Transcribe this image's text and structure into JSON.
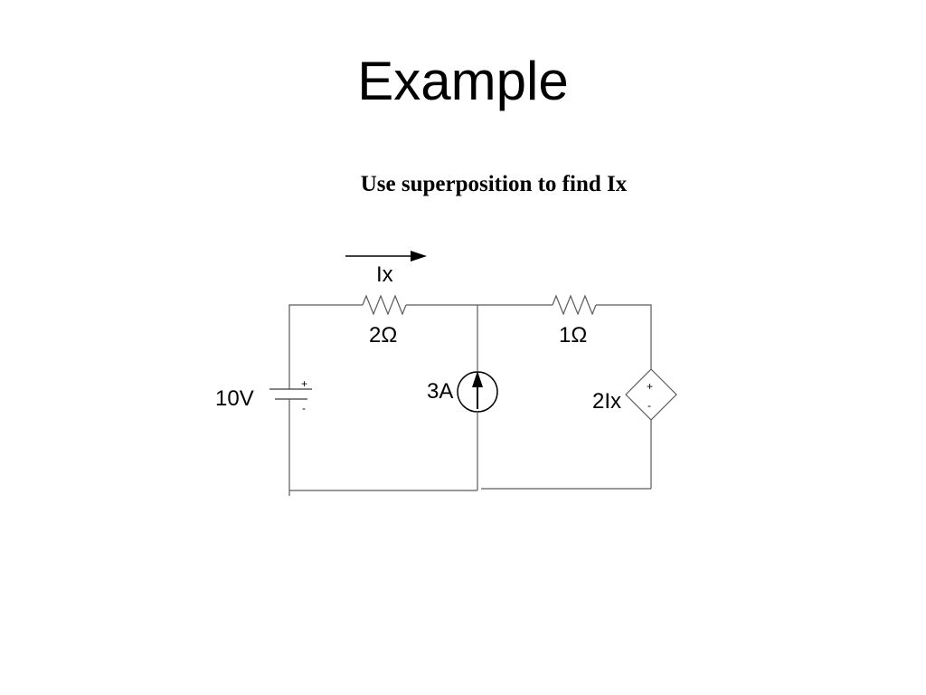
{
  "slide": {
    "title": "Example",
    "instruction": "Use superposition to find Ix"
  },
  "circuit": {
    "current_label": "Ix",
    "resistor_left_label": "2Ω",
    "resistor_right_label": "1Ω",
    "voltage_source_label": "10V",
    "current_source_label": "3A",
    "dependent_source_label": "2Ix",
    "plus_sign": "+",
    "minus_sign": "-"
  }
}
